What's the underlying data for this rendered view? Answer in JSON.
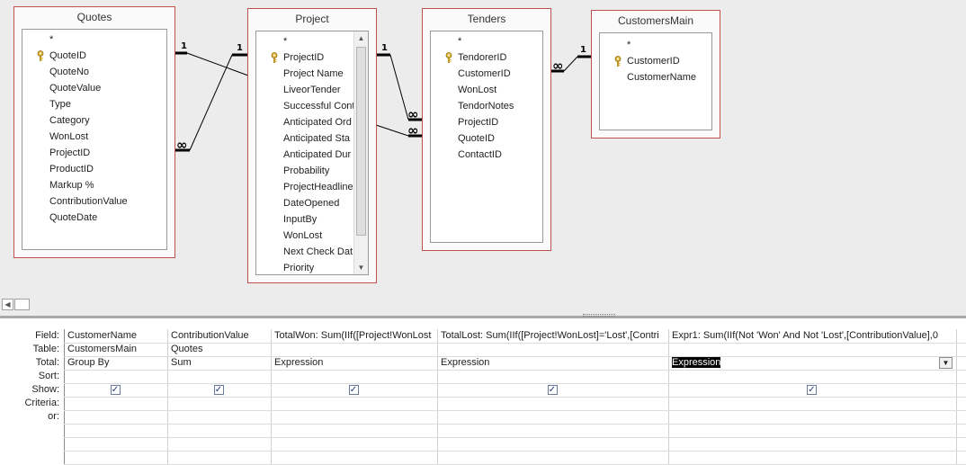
{
  "designer": {
    "tables": [
      {
        "name": "Quotes",
        "fields": [
          "*",
          "QuoteID",
          "QuoteNo",
          "QuoteValue",
          "Type",
          "Category",
          "WonLost",
          "ProjectID",
          "ProductID",
          "Markup %",
          "ContributionValue",
          "QuoteDate"
        ],
        "key_field": "QuoteID",
        "scrollable": false
      },
      {
        "name": "Project",
        "fields": [
          "*",
          "ProjectID",
          "Project Name",
          "LiveorTender",
          "Successful Cont",
          "Anticipated Ord",
          "Anticipated Sta",
          "Anticipated Dur",
          "Probability",
          "ProjectHeadline",
          "DateOpened",
          "InputBy",
          "WonLost",
          "Next Check Dat",
          "Priority"
        ],
        "key_field": "ProjectID",
        "scrollable": true
      },
      {
        "name": "Tenders",
        "fields": [
          "*",
          "TendorerID",
          "CustomerID",
          "WonLost",
          "TendorNotes",
          "ProjectID",
          "QuoteID",
          "ContactID"
        ],
        "key_field": "TendorerID",
        "scrollable": false
      },
      {
        "name": "CustomersMain",
        "fields": [
          "*",
          "CustomerID",
          "CustomerName"
        ],
        "key_field": "CustomerID",
        "scrollable": false
      }
    ],
    "join_labels": {
      "one": "1",
      "many": "∞"
    },
    "icons": {
      "key": "key-icon",
      "scroll_up": "up-arrow-icon",
      "scroll_down": "down-arrow-icon",
      "scroll_left": "left-arrow-icon"
    },
    "colors": {
      "table_border": "#c0504d",
      "background": "#ececec"
    }
  },
  "grid": {
    "row_labels": [
      "Field:",
      "Table:",
      "Total:",
      "Sort:",
      "Show:",
      "Criteria:",
      "or:"
    ],
    "columns": [
      {
        "field": "CustomerName",
        "table": "CustomersMain",
        "total": "Group By",
        "sort": "",
        "show": true
      },
      {
        "field": "ContributionValue",
        "table": "Quotes",
        "total": "Sum",
        "sort": "",
        "show": true
      },
      {
        "field": "TotalWon: Sum(IIf([Project!WonLost",
        "table": "",
        "total": "Expression",
        "sort": "",
        "show": true
      },
      {
        "field": "TotalLost: Sum(IIf([Project!WonLost]='Lost',[Contri",
        "table": "",
        "total": "Expression",
        "sort": "",
        "show": true
      },
      {
        "field": "Expr1: Sum(IIf(Not 'Won' And Not 'Lost',[ContributionValue],0",
        "table": "",
        "total": "Expression",
        "sort": "",
        "show": true,
        "selected_total": true
      }
    ]
  }
}
